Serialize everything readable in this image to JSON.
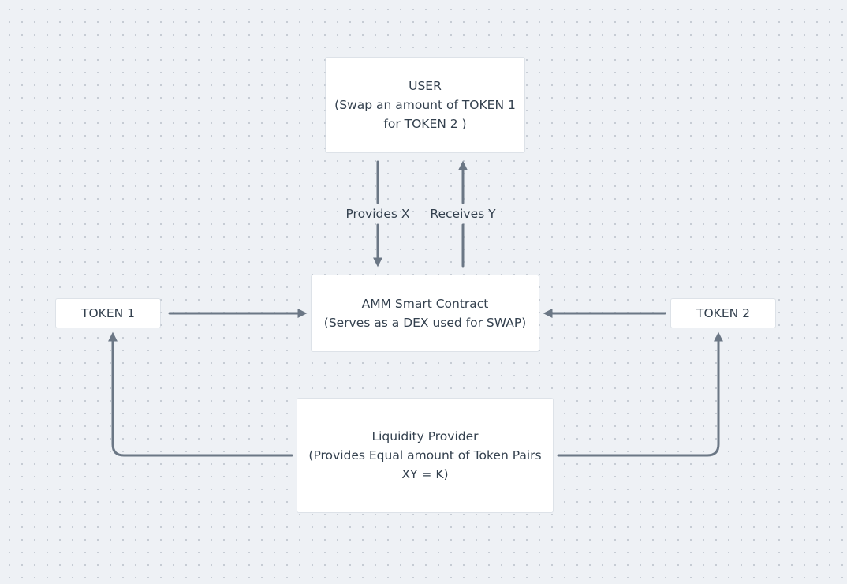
{
  "diagram": {
    "nodes": {
      "user": {
        "lines": [
          "USER",
          "(Swap an amount of TOKEN 1",
          "for TOKEN 2 )"
        ]
      },
      "amm": {
        "lines": [
          "AMM Smart Contract",
          "(Serves as a DEX used for SWAP)"
        ]
      },
      "token1": {
        "lines": [
          "TOKEN 1"
        ]
      },
      "token2": {
        "lines": [
          "TOKEN 2"
        ]
      },
      "lp": {
        "lines": [
          "Liquidity Provider",
          "(Provides Equal amount of Token Pairs",
          "XY = K)"
        ]
      }
    },
    "edges": {
      "provides": {
        "label": "Provides X"
      },
      "receives": {
        "label": "Receives Y"
      }
    }
  },
  "colors": {
    "background": "#eef1f5",
    "grid_dot": "#c3c9d1",
    "connector": "#6b7785",
    "node_fill": "#ffffff",
    "text": "#33404e"
  }
}
